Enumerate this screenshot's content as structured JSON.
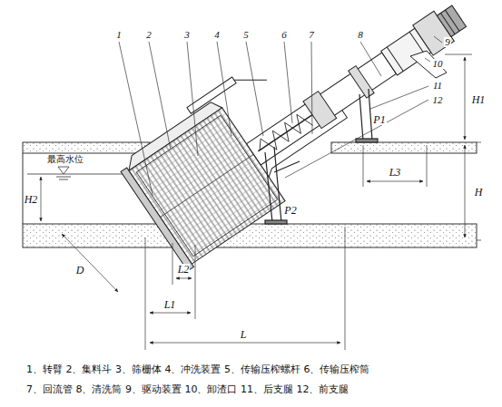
{
  "diagram": {
    "labels": [
      "1",
      "2",
      "3",
      "4",
      "5",
      "6",
      "7",
      "8",
      "9",
      "10",
      "11",
      "12",
      "最高水位",
      "H2",
      "D",
      "L2",
      "L1",
      "L",
      "H",
      "H1",
      "L3",
      "P1",
      "P2",
      "1、转臂 2、集料斗 3、筛栅体 4、冲洗装置 5、传输压榨螺杆 6、传输压榨筒",
      "7、回流管 8、清洗筒 9、驱动装置 10、卸渣口 11、后支腿 12、前支腿"
    ]
  }
}
